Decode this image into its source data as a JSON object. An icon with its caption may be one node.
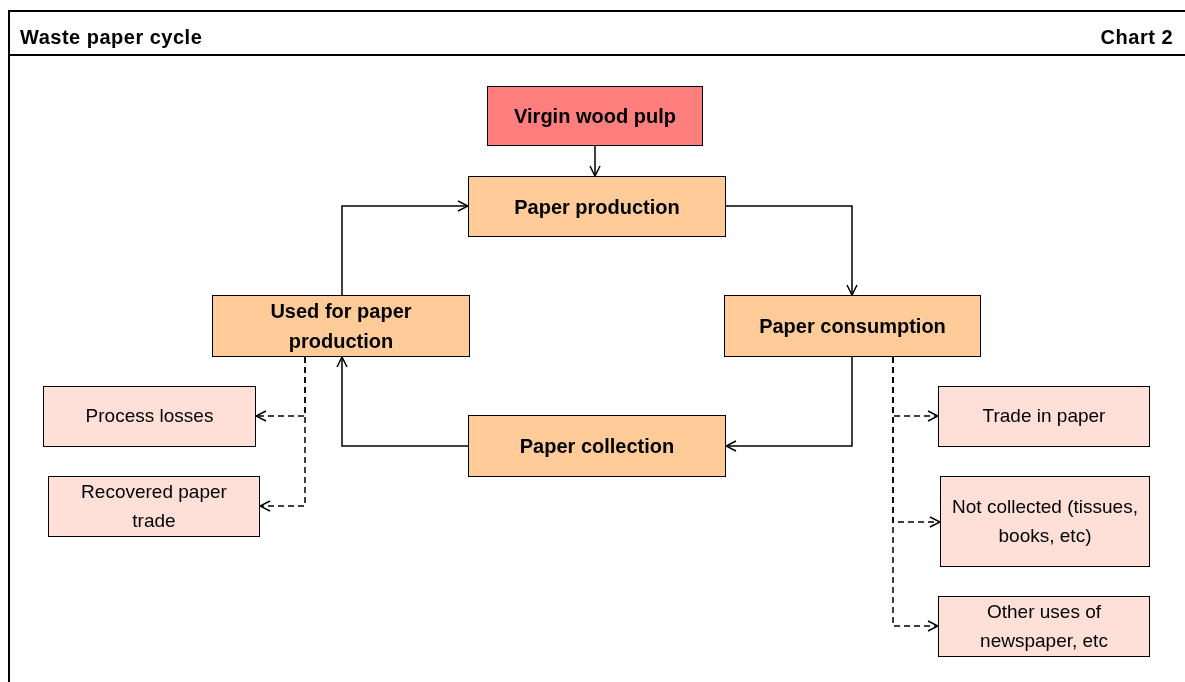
{
  "diagram": {
    "title": "Waste paper cycle",
    "nodes": [
      {
        "text": [
          "Virgin wood pulp"
        ]
      },
      {
        "text": [
          "Paper production"
        ]
      },
      {
        "text": [
          "Used for paper production"
        ]
      },
      {
        "text": [
          "Paper consumption"
        ]
      },
      {
        "text": [
          "Paper collection"
        ]
      },
      {
        "text": [
          "Process losses"
        ]
      },
      {
        "text": [
          "Recovered paper trade"
        ]
      },
      {
        "text": [
          "Trade in paper"
        ]
      },
      {
        "text": [
          "Not collected (tissues, books, etc)"
        ]
      },
      {
        "text": [
          "Other uses of newspaper, etc"
        ]
      }
    ],
    "edges": [
      {
        "from": 0,
        "to": 1,
        "arrow": "to"
      },
      {
        "from": 2,
        "to": 1,
        "arrow": "to"
      },
      {
        "from": 1,
        "to": 3,
        "arrow": "to"
      },
      {
        "from": 3,
        "to": 4,
        "arrow": "to"
      },
      {
        "from": 4,
        "to": 2,
        "arrow": "to"
      },
      {
        "from": 3,
        "to": 7,
        "arrow": "to",
        "style": "dashed"
      },
      {
        "from": 3,
        "to": 8,
        "arrow": "to",
        "style": "dashed"
      },
      {
        "from": 3,
        "to": 9,
        "arrow": "to",
        "style": "dashed"
      },
      {
        "from": 2,
        "to": 5,
        "arrow": "to",
        "style": "dashed"
      },
      {
        "from": 2,
        "to": 6,
        "arrow": "to",
        "style": "dashed"
      }
    ],
    "labels": [
      "Chart 2"
    ]
  }
}
